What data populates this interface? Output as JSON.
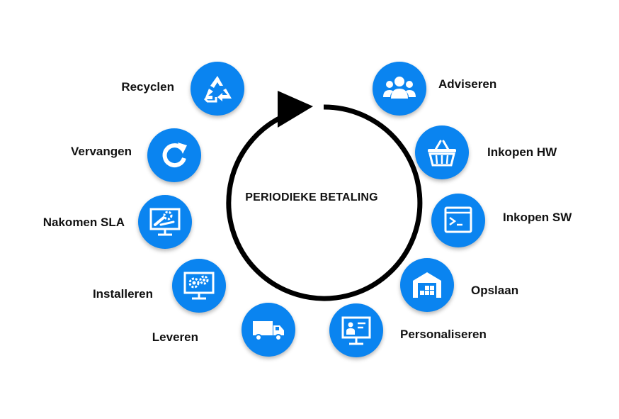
{
  "center": {
    "title": "PERIODIEKE BETALING"
  },
  "colors": {
    "accent": "#0a84f0",
    "icon": "#ffffff",
    "text": "#111111",
    "ring": "#000000"
  },
  "steps": [
    {
      "label": "Adviseren",
      "icon": "users-icon"
    },
    {
      "label": "Inkopen HW",
      "icon": "basket-icon"
    },
    {
      "label": "Inkopen SW",
      "icon": "terminal-icon"
    },
    {
      "label": "Opslaan",
      "icon": "warehouse-icon"
    },
    {
      "label": "Personaliseren",
      "icon": "presentation-icon"
    },
    {
      "label": "Leveren",
      "icon": "truck-icon"
    },
    {
      "label": "Installeren",
      "icon": "monitor-gears-icon"
    },
    {
      "label": "Nakomen SLA",
      "icon": "monitor-tools-icon"
    },
    {
      "label": "Vervangen",
      "icon": "refresh-icon"
    },
    {
      "label": "Recyclen",
      "icon": "recycle-icon"
    }
  ]
}
